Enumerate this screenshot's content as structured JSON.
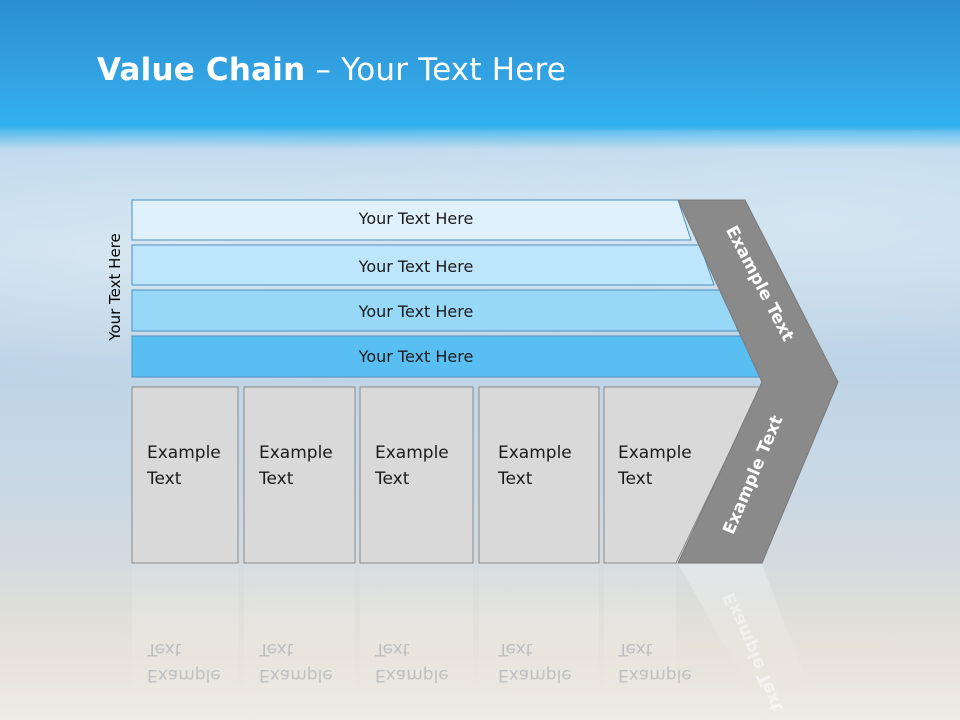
{
  "title": {
    "bold": "Value Chain",
    "rest": " – Your Text Here"
  },
  "side_label": "Your Text Here",
  "support_bands": [
    {
      "label": "Your Text Here",
      "color": "#dff1fd"
    },
    {
      "label": "Your Text Here",
      "color": "#bde5fb"
    },
    {
      "label": "Your Text Here",
      "color": "#97d7f8"
    },
    {
      "label": "Your Text Here",
      "color": "#59bff3"
    }
  ],
  "primary_boxes": [
    {
      "line1": "Example",
      "line2": "Text"
    },
    {
      "line1": "Example",
      "line2": "Text"
    },
    {
      "line1": "Example",
      "line2": "Text"
    },
    {
      "line1": "Example",
      "line2": "Text"
    },
    {
      "line1": "Example",
      "line2": "Text"
    }
  ],
  "chevron": {
    "upper_label": "Example Text",
    "lower_label": "Example Text",
    "color": "#8a8a8a"
  },
  "colors": {
    "band_border": "#4e8fc0",
    "box_fill": "#d9d9d9",
    "box_border": "#8a8a8a",
    "title": "#ffffff"
  }
}
